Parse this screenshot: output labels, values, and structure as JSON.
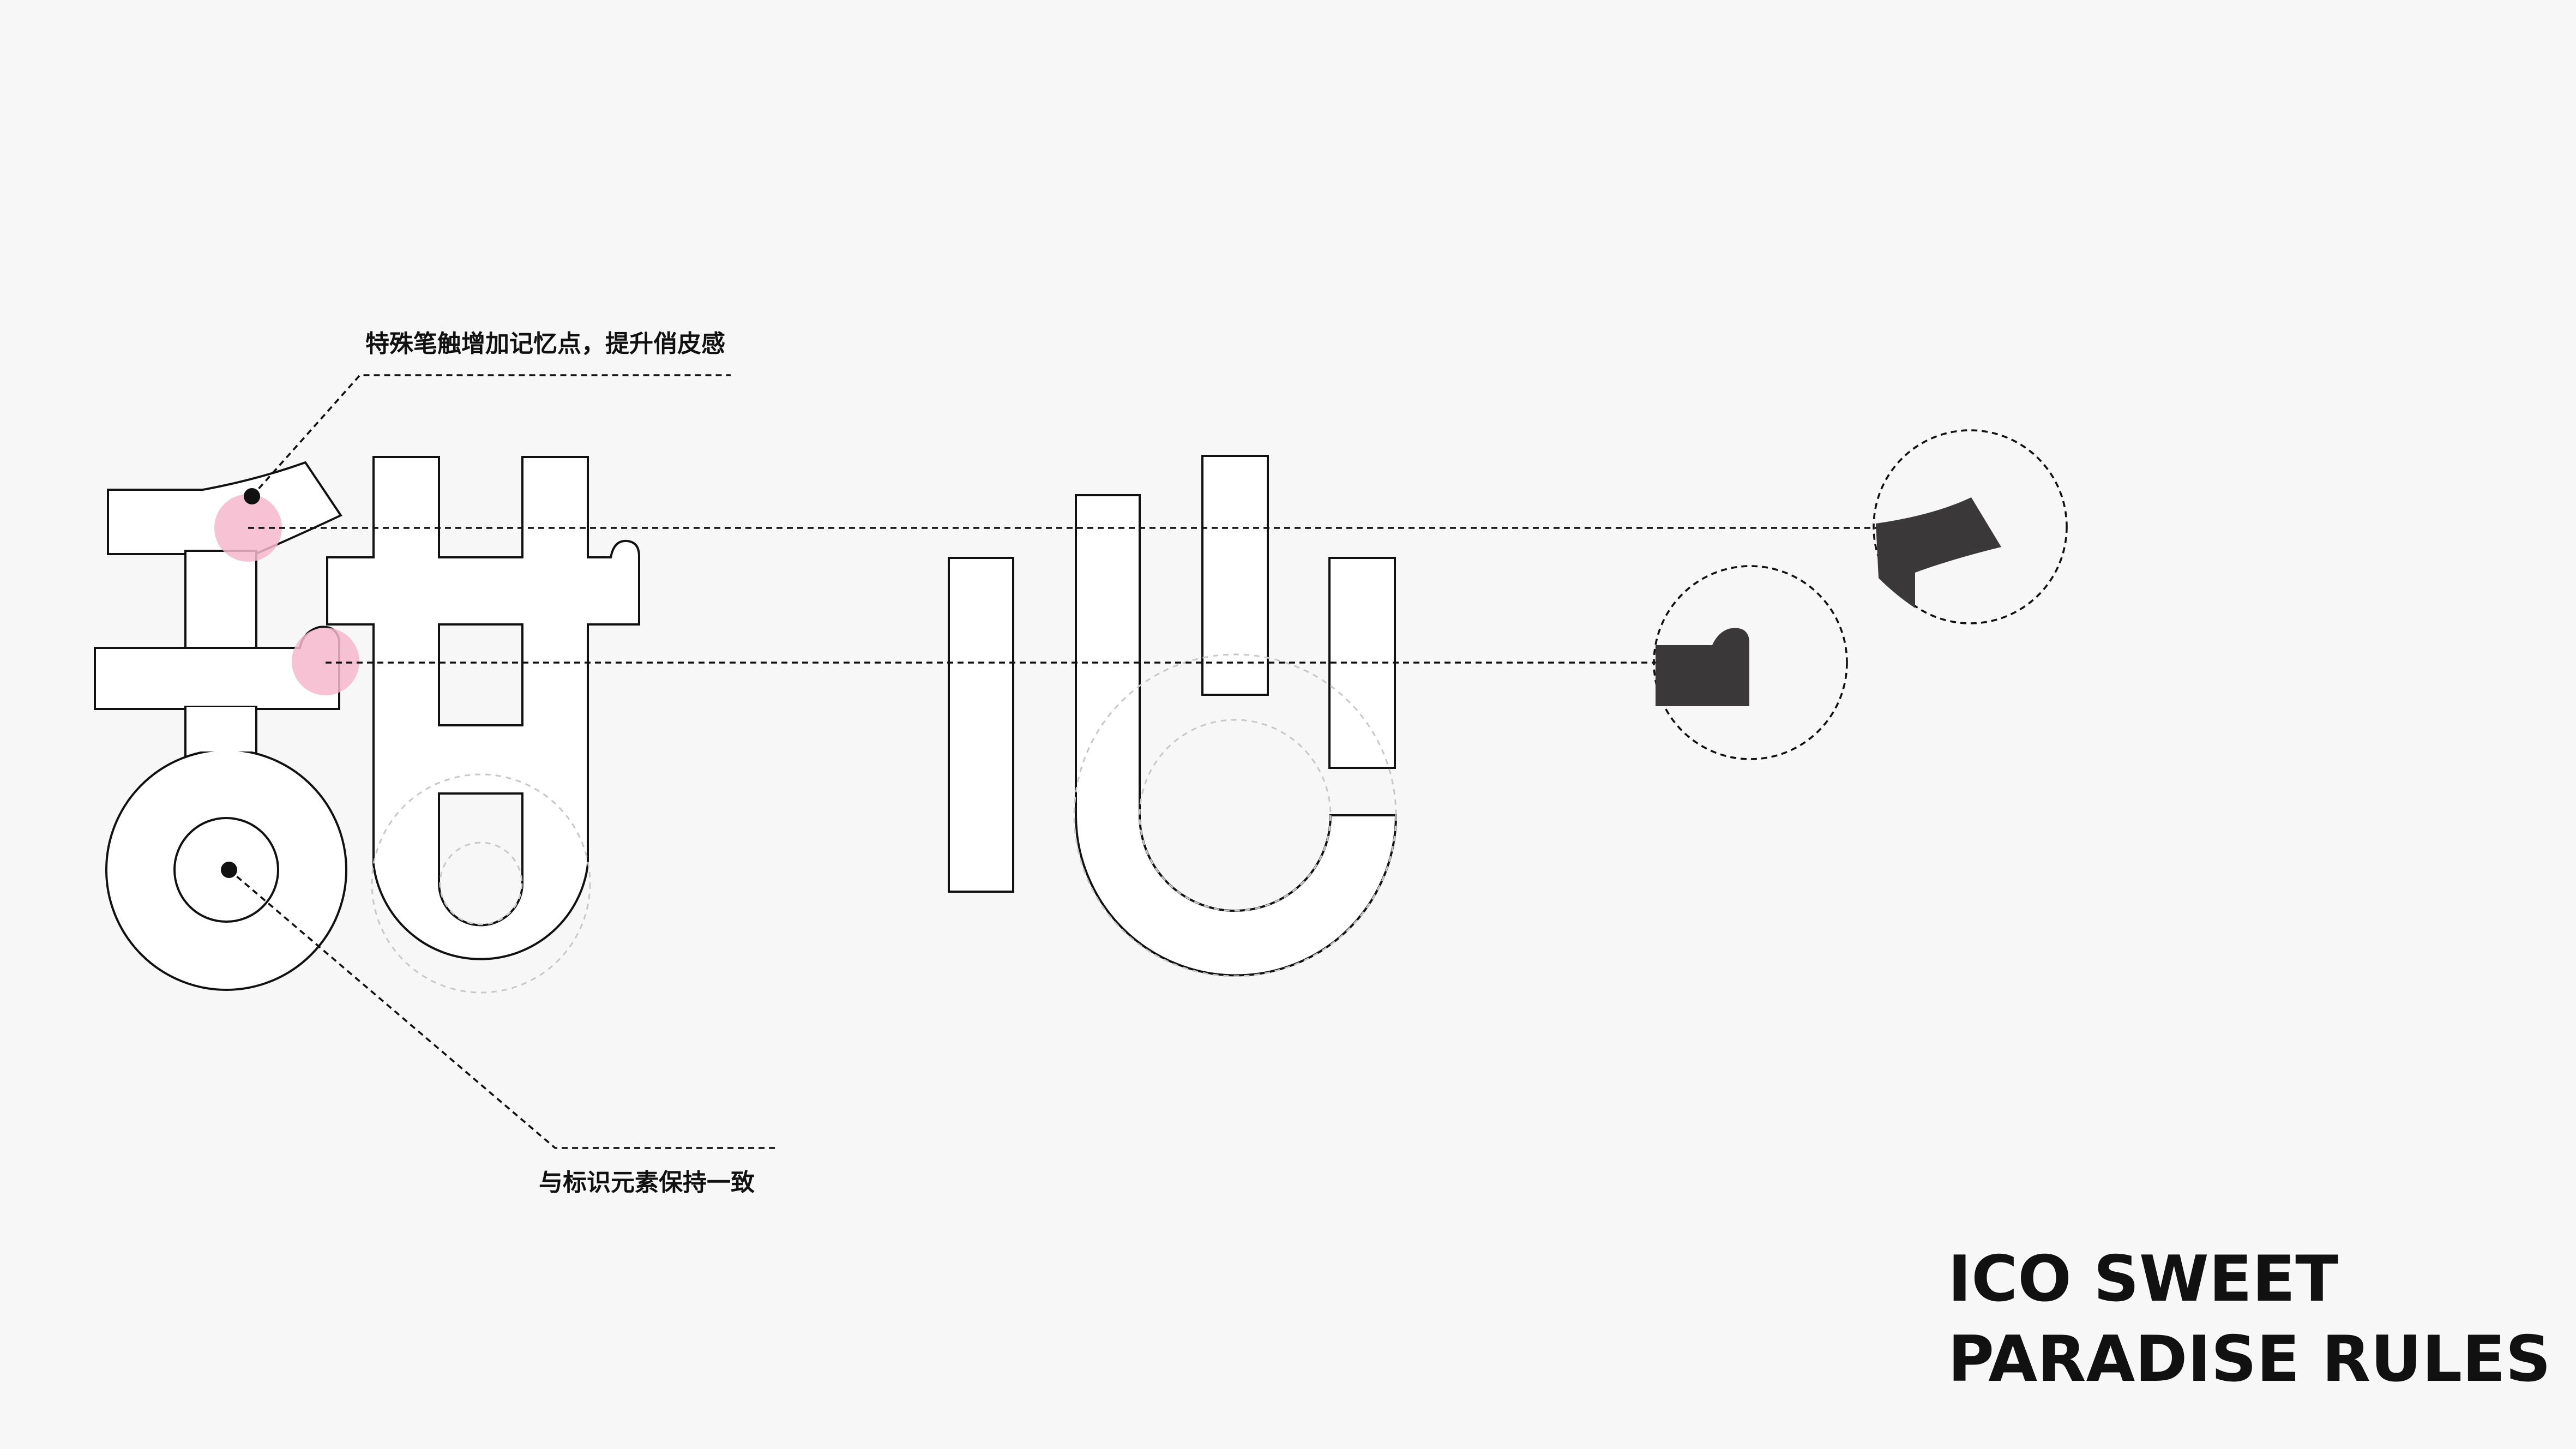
{
  "diagram": {
    "glyph_text": "甜心",
    "annotations": {
      "top": "特殊笔触增加记忆点，提升俏皮感",
      "bottom": "与标识元素保持一致"
    },
    "title": {
      "line1": "ICO SWEET",
      "line2": "PARADISE RULES"
    }
  },
  "colors": {
    "background": "#f7f7f7",
    "stroke": "#111111",
    "glyph_fill": "#ffffff",
    "highlight": "#f6b8cc",
    "detail_fill": "#3b383a",
    "guide": "#c8c8c8"
  }
}
